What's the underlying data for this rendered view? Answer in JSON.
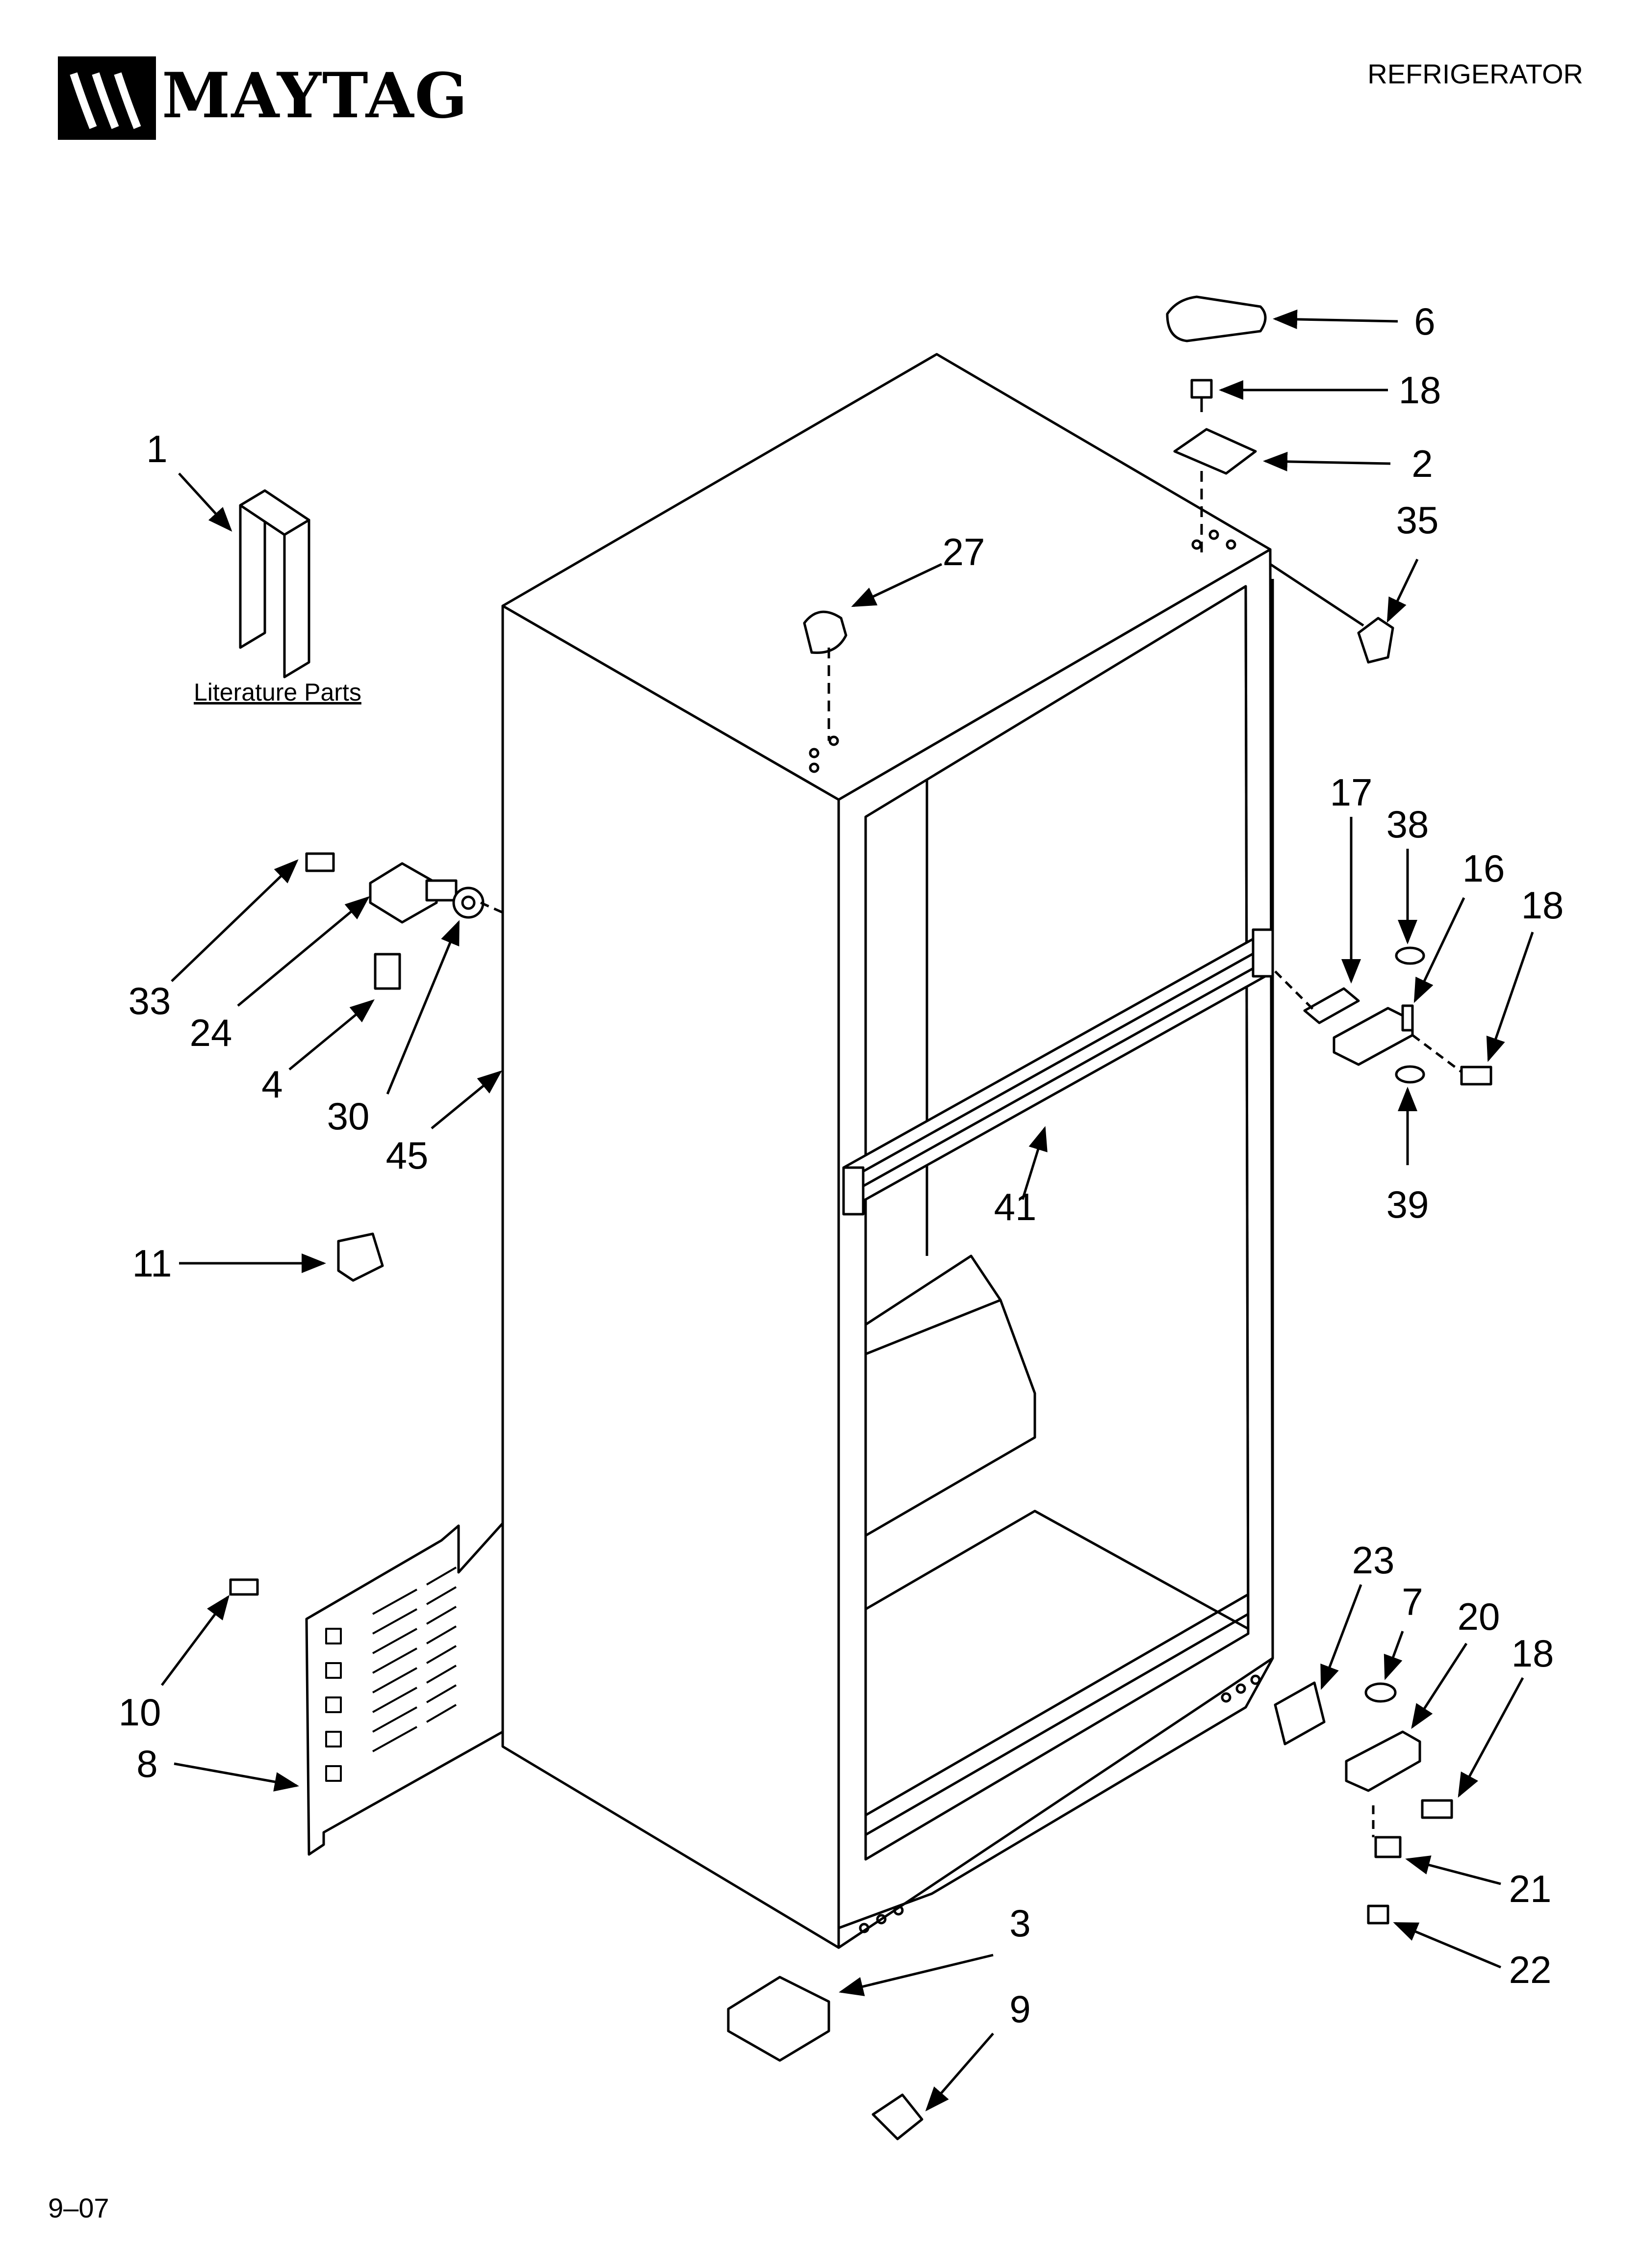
{
  "header": {
    "brand": "MAYTAG",
    "category": "REFRIGERATOR"
  },
  "footer": {
    "revision": "9–07"
  },
  "literature_label": "Literature Parts",
  "callouts": [
    {
      "id": "c-1",
      "label": "1"
    },
    {
      "id": "c-6",
      "label": "6"
    },
    {
      "id": "c-18a",
      "label": "18"
    },
    {
      "id": "c-2",
      "label": "2"
    },
    {
      "id": "c-35",
      "label": "35"
    },
    {
      "id": "c-27",
      "label": "27"
    },
    {
      "id": "c-17",
      "label": "17"
    },
    {
      "id": "c-38",
      "label": "38"
    },
    {
      "id": "c-16",
      "label": "16"
    },
    {
      "id": "c-18b",
      "label": "18"
    },
    {
      "id": "c-39",
      "label": "39"
    },
    {
      "id": "c-41",
      "label": "41"
    },
    {
      "id": "c-33",
      "label": "33"
    },
    {
      "id": "c-24",
      "label": "24"
    },
    {
      "id": "c-4",
      "label": "4"
    },
    {
      "id": "c-30",
      "label": "30"
    },
    {
      "id": "c-45",
      "label": "45"
    },
    {
      "id": "c-11",
      "label": "11"
    },
    {
      "id": "c-10",
      "label": "10"
    },
    {
      "id": "c-8",
      "label": "8"
    },
    {
      "id": "c-23",
      "label": "23"
    },
    {
      "id": "c-7",
      "label": "7"
    },
    {
      "id": "c-20",
      "label": "20"
    },
    {
      "id": "c-18c",
      "label": "18"
    },
    {
      "id": "c-21",
      "label": "21"
    },
    {
      "id": "c-22",
      "label": "22"
    },
    {
      "id": "c-3",
      "label": "3"
    },
    {
      "id": "c-9",
      "label": "9"
    }
  ]
}
